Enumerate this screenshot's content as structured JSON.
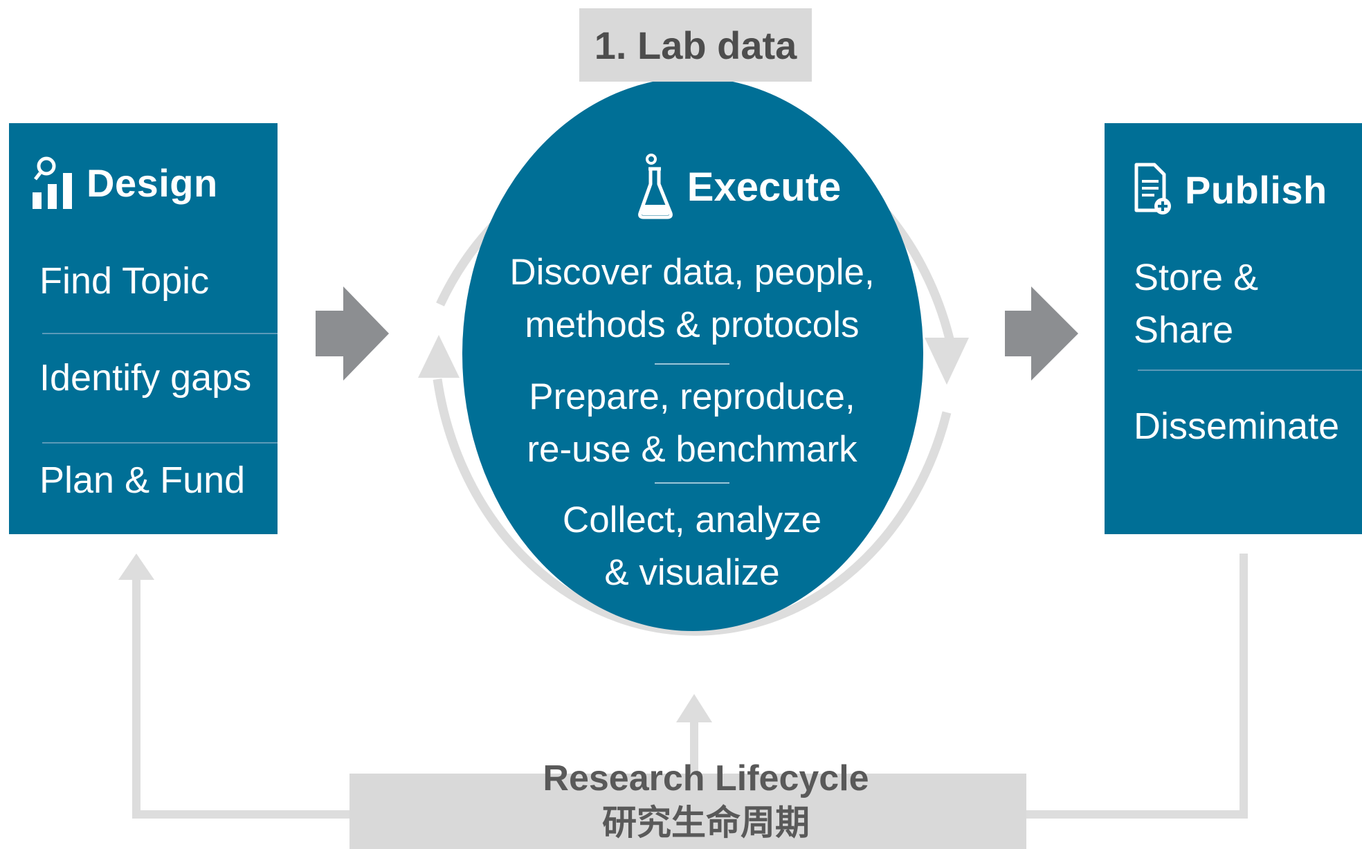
{
  "top_tab": "1. Lab data",
  "design": {
    "title": "Design",
    "icon": "magnifier-bar-chart-icon",
    "items": [
      "Find Topic",
      "Identify gaps",
      "Plan & Fund"
    ]
  },
  "execute": {
    "title": "Execute",
    "icon": "flask-icon",
    "items": [
      {
        "line1": "Discover data, people,",
        "line2": "methods & protocols"
      },
      {
        "line1": "Prepare, reproduce,",
        "line2": "re-use & benchmark"
      },
      {
        "line1": "Collect, analyze",
        "line2": "& visualize"
      }
    ]
  },
  "publish": {
    "title": "Publish",
    "icon": "document-plus-icon",
    "items": [
      {
        "line1": "Store &",
        "line2": "Share"
      },
      {
        "line1": "Disseminate",
        "line2": ""
      }
    ]
  },
  "bottom": {
    "title": "Research Lifecycle",
    "subtitle": "研究生命周期"
  },
  "colors": {
    "primary": "#006f96",
    "arrow_gray": "#8c8e91",
    "light_gray": "#d9d9d9",
    "label_gray": "#595959"
  }
}
